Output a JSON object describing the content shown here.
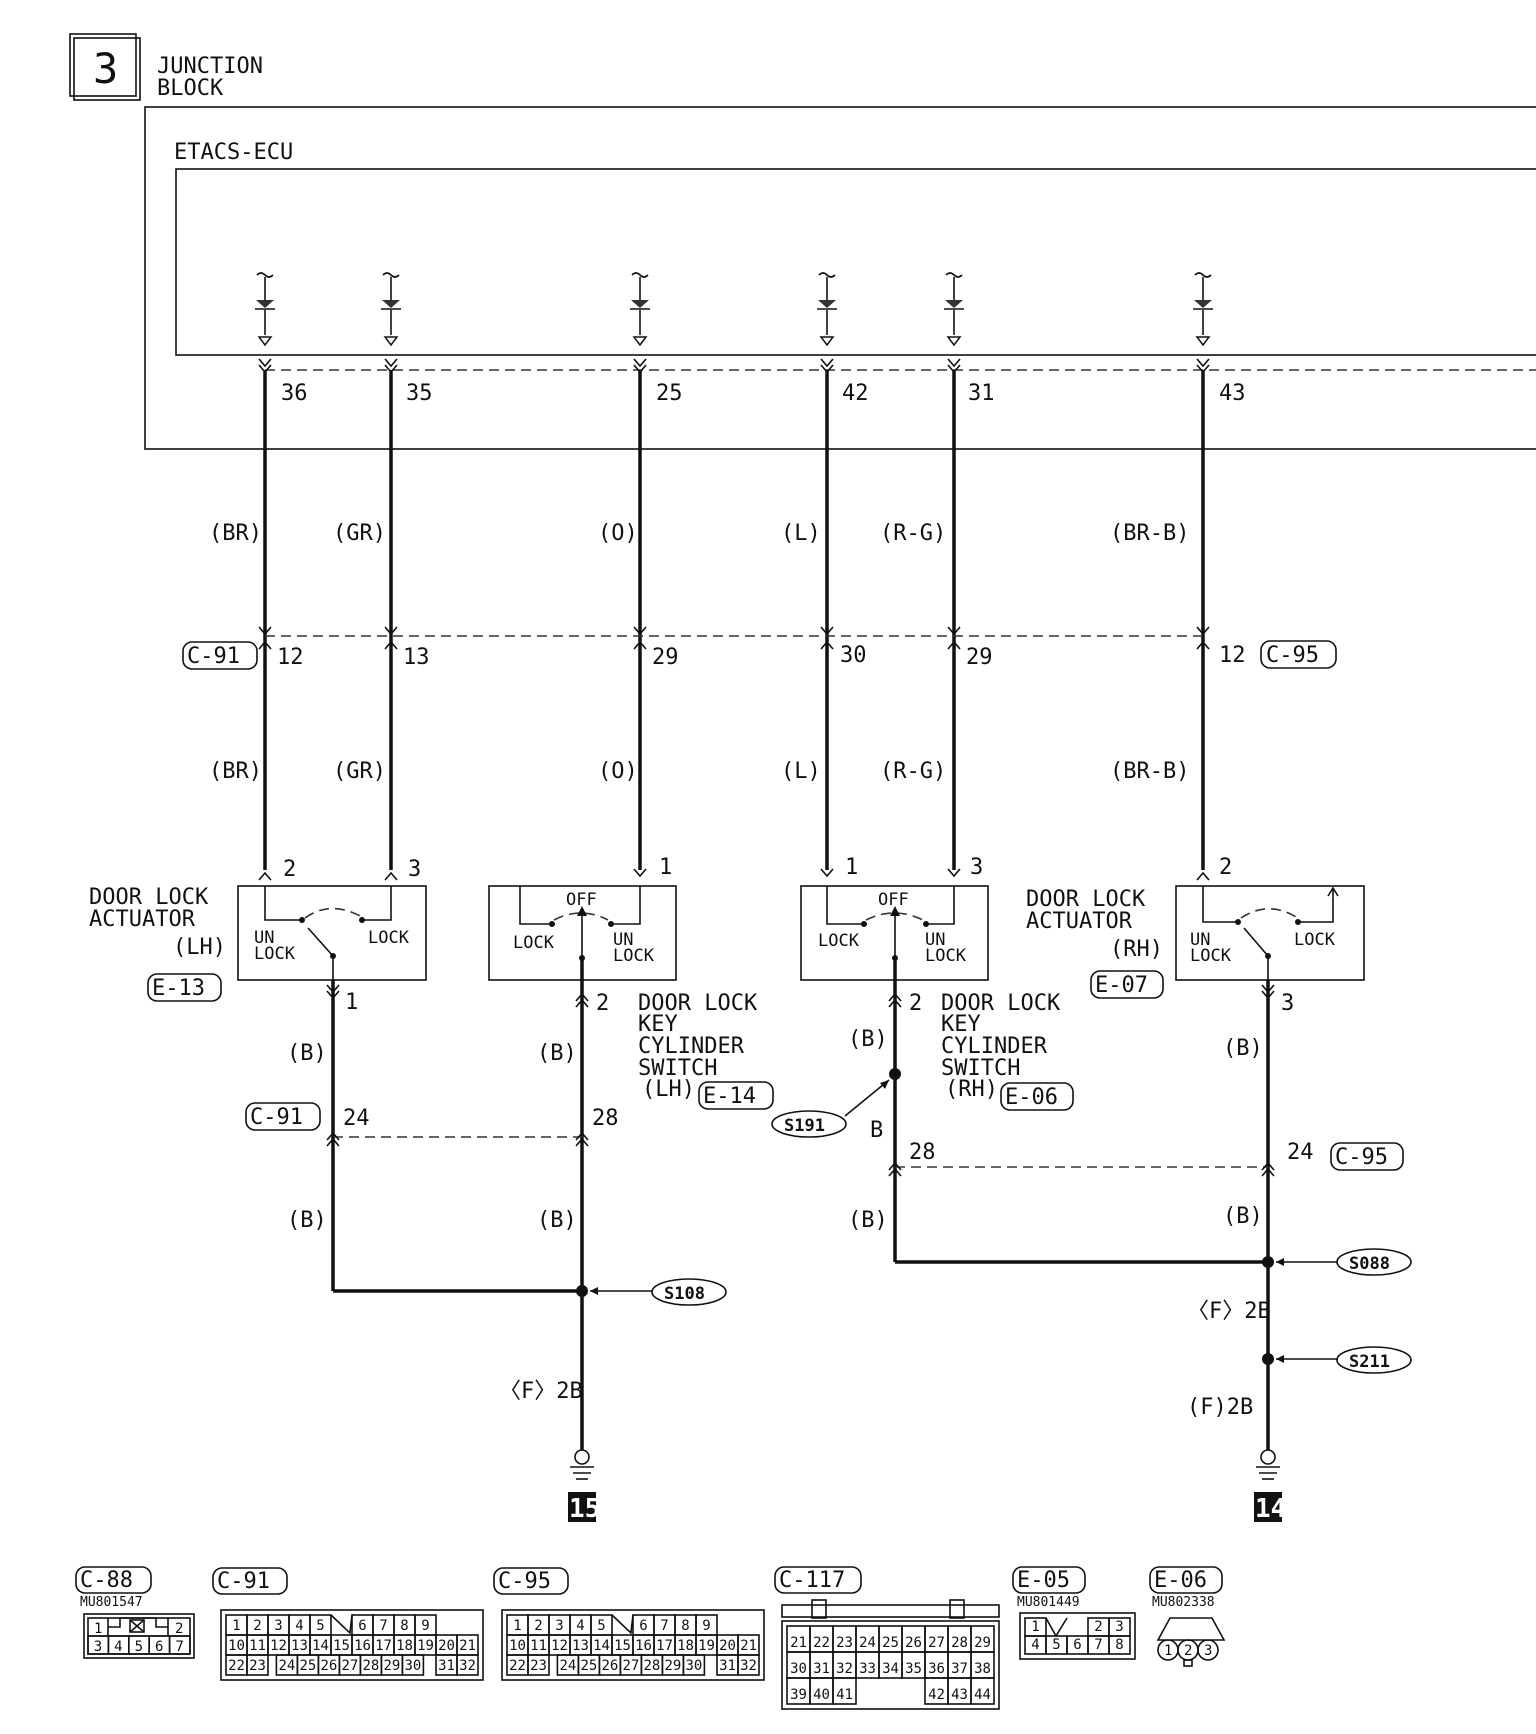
{
  "header": {
    "section_number": "3",
    "junction_block_line1": "JUNCTION",
    "junction_block_line2": "BLOCK",
    "ecu_label": "ETACS-ECU"
  },
  "ecu_terminals": [
    "36",
    "35",
    "25",
    "42",
    "31",
    "43"
  ],
  "wire_colors_upper": [
    "(BR)",
    "(GR)",
    "(O)",
    "(L)",
    "(R-G)",
    "(BR-B)"
  ],
  "wire_colors_lower": [
    "(BR)",
    "(GR)",
    "(O)",
    "(L)",
    "(R-G)",
    "(BR-B)"
  ],
  "connector_mid": {
    "left_id": "C-91",
    "right_id": "C-95",
    "pins": [
      "12",
      "13",
      "29",
      "30",
      "29",
      "12"
    ]
  },
  "device_pins_top": [
    "2",
    "3",
    "1",
    "1",
    "3",
    "2"
  ],
  "actuator_lh": {
    "title_line1": "DOOR LOCK",
    "title_line2": "ACTUATOR",
    "side": "(LH)",
    "connector": "E-13",
    "unlock_line1": "UN",
    "unlock_line2": "LOCK",
    "lock_label": "LOCK",
    "bottom_pin": "1"
  },
  "key_switch_lh": {
    "off_label": "OFF",
    "lock_label": "LOCK",
    "unlock_line1": "UN",
    "unlock_line2": "LOCK",
    "bottom_pin": "2",
    "title_line1": "DOOR LOCK",
    "title_line2": "KEY",
    "title_line3": "CYLINDER",
    "title_line4": "SWITCH",
    "side": "(LH)",
    "connector": "E-14"
  },
  "key_switch_rh": {
    "off_label": "OFF",
    "lock_label": "LOCK",
    "unlock_line1": "UN",
    "unlock_line2": "LOCK",
    "bottom_pin": "2",
    "title_line1": "DOOR LOCK",
    "title_line2": "KEY",
    "title_line3": "CYLINDER",
    "title_line4": "SWITCH",
    "side": "(RH)",
    "connector": "E-06"
  },
  "actuator_rh": {
    "title_line1": "DOOR LOCK",
    "title_line2": "ACTUATOR",
    "side": "(RH)",
    "connector": "E-07",
    "unlock_line1": "UN",
    "unlock_line2": "LOCK",
    "lock_label": "LOCK",
    "bottom_pin": "3"
  },
  "ground_wires": {
    "b_label": "(B)",
    "b_plain": "B",
    "f2b_label": "〈F〉2B",
    "f2b_paren_label": "(F)2B"
  },
  "lower_connector": {
    "left_id": "C-91",
    "right_id": "C-95",
    "left_pin1": "24",
    "left_pin2": "28",
    "right_pin1": "28",
    "right_pin2": "24"
  },
  "splices": [
    "S108",
    "S191",
    "S088",
    "S211"
  ],
  "grounds": [
    "15",
    "14"
  ],
  "connector_views": {
    "c88": {
      "id": "C-88",
      "part": "MU801547",
      "row1": [
        "1",
        "2"
      ],
      "row2": [
        "3",
        "4",
        "5",
        "6",
        "7"
      ]
    },
    "c91": {
      "id": "C-91",
      "row1": [
        "1",
        "2",
        "3",
        "4",
        "5",
        "6",
        "7",
        "8",
        "9"
      ],
      "row2": [
        "10",
        "11",
        "12",
        "13",
        "14",
        "15",
        "16",
        "17",
        "18",
        "19",
        "20",
        "21"
      ],
      "row3": [
        "22",
        "23",
        "24",
        "25",
        "26",
        "27",
        "28",
        "29",
        "30",
        "31",
        "32"
      ]
    },
    "c95": {
      "id": "C-95",
      "row1": [
        "1",
        "2",
        "3",
        "4",
        "5",
        "6",
        "7",
        "8",
        "9"
      ],
      "row2": [
        "10",
        "11",
        "12",
        "13",
        "14",
        "15",
        "16",
        "17",
        "18",
        "19",
        "20",
        "21"
      ],
      "row3": [
        "22",
        "23",
        "24",
        "25",
        "26",
        "27",
        "28",
        "29",
        "30",
        "31",
        "32"
      ]
    },
    "c117": {
      "id": "C-117",
      "row1": [
        "21",
        "22",
        "23",
        "24",
        "25",
        "26",
        "27",
        "28",
        "29"
      ],
      "row2": [
        "30",
        "31",
        "32",
        "33",
        "34",
        "35",
        "36",
        "37",
        "38"
      ],
      "row3": [
        "39",
        "40",
        "41",
        "42",
        "43",
        "44"
      ]
    },
    "e05": {
      "id": "E-05",
      "part": "MU801449",
      "row1": [
        "1",
        "2",
        "3"
      ],
      "row2": [
        "4",
        "5",
        "6",
        "7",
        "8"
      ]
    },
    "e06": {
      "id": "E-06",
      "part": "MU802338",
      "pins": [
        "1",
        "2",
        "3"
      ]
    }
  }
}
